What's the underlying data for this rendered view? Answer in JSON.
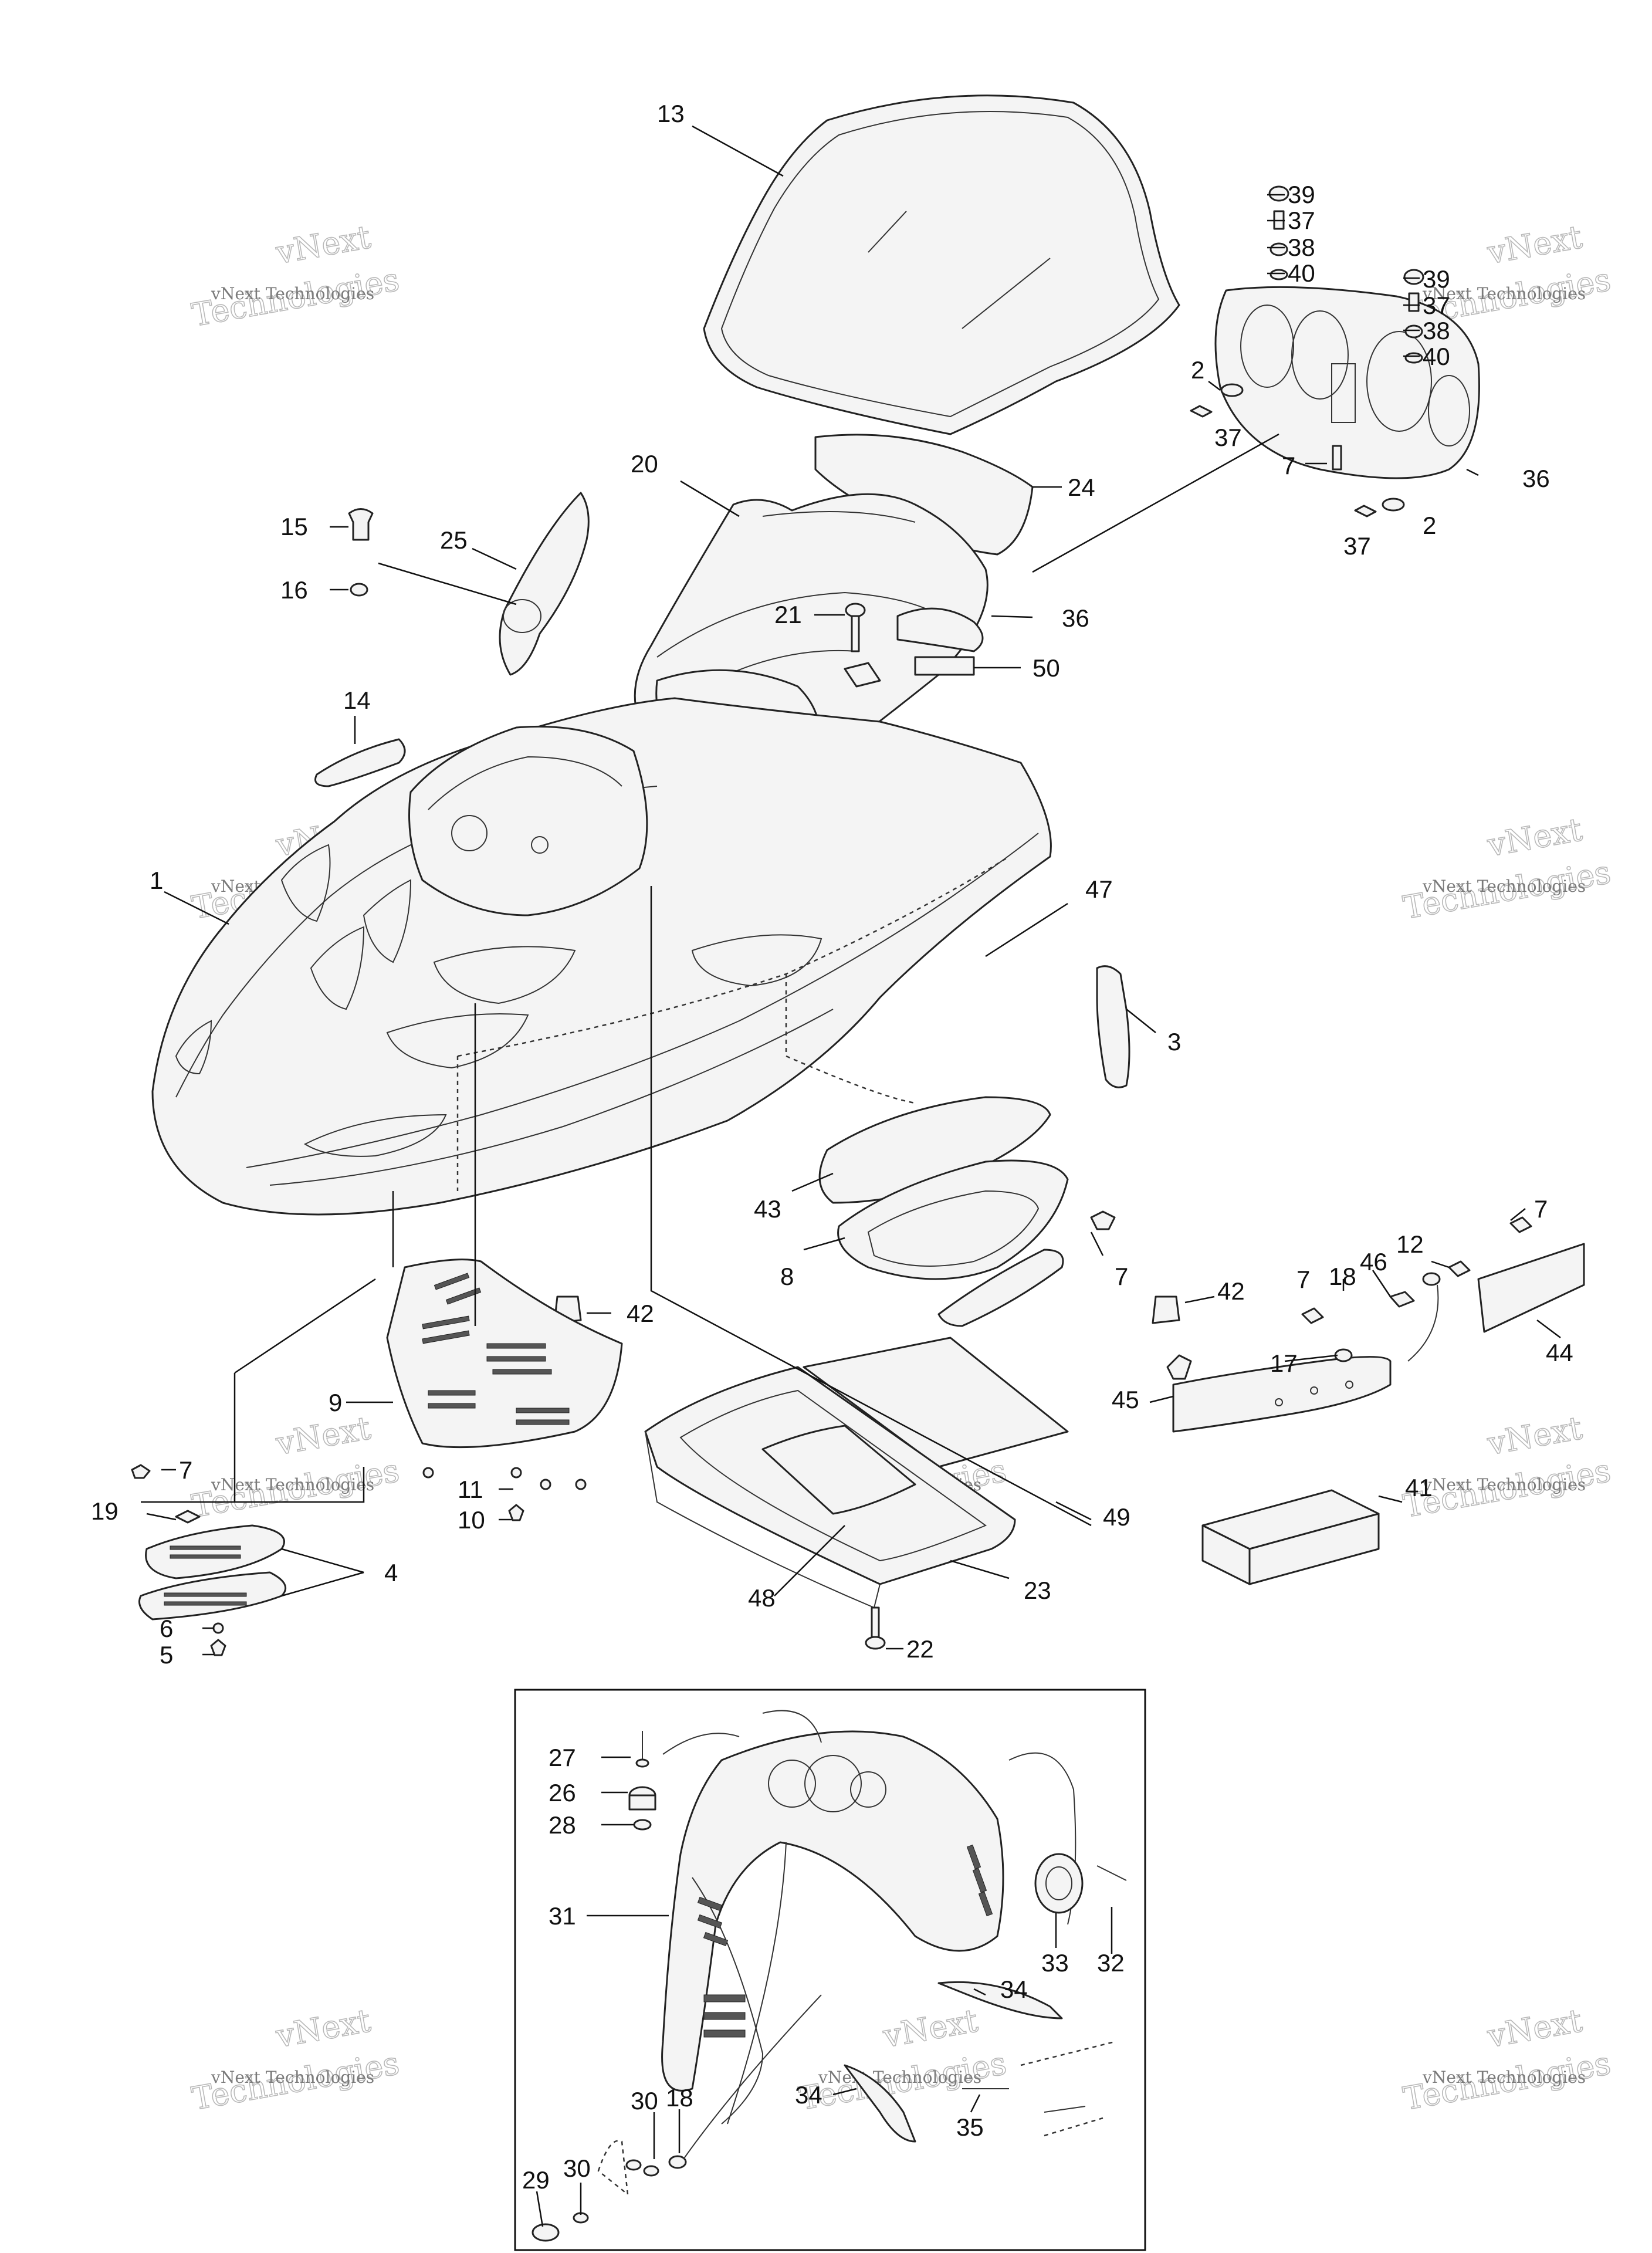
{
  "callouts": [
    {
      "id": "c13",
      "text": "13"
    },
    {
      "id": "c39a",
      "text": "39"
    },
    {
      "id": "c37a",
      "text": "37"
    },
    {
      "id": "c38a",
      "text": "38"
    },
    {
      "id": "c40a",
      "text": "40"
    },
    {
      "id": "c39b",
      "text": "39"
    },
    {
      "id": "c37b",
      "text": "37"
    },
    {
      "id": "c38b",
      "text": "38"
    },
    {
      "id": "c40b",
      "text": "40"
    },
    {
      "id": "c2a",
      "text": "2"
    },
    {
      "id": "c37c",
      "text": "37"
    },
    {
      "id": "c7a",
      "text": "7"
    },
    {
      "id": "c36a",
      "text": "36"
    },
    {
      "id": "c2b",
      "text": "2"
    },
    {
      "id": "c37d",
      "text": "37"
    },
    {
      "id": "c20",
      "text": "20"
    },
    {
      "id": "c24",
      "text": "24"
    },
    {
      "id": "c15",
      "text": "15"
    },
    {
      "id": "c25",
      "text": "25"
    },
    {
      "id": "c16",
      "text": "16"
    },
    {
      "id": "c21",
      "text": "21"
    },
    {
      "id": "c36b",
      "text": "36"
    },
    {
      "id": "c50",
      "text": "50"
    },
    {
      "id": "c14",
      "text": "14"
    },
    {
      "id": "c1",
      "text": "1"
    },
    {
      "id": "c47",
      "text": "47"
    },
    {
      "id": "c3",
      "text": "3"
    },
    {
      "id": "c43",
      "text": "43"
    },
    {
      "id": "c8",
      "text": "8"
    },
    {
      "id": "c7b",
      "text": "7"
    },
    {
      "id": "c42a",
      "text": "42"
    },
    {
      "id": "c9",
      "text": "9"
    },
    {
      "id": "c7c",
      "text": "7"
    },
    {
      "id": "c12",
      "text": "12"
    },
    {
      "id": "c46",
      "text": "46"
    },
    {
      "id": "c18a",
      "text": "18"
    },
    {
      "id": "c7d",
      "text": "7"
    },
    {
      "id": "c42b",
      "text": "42"
    },
    {
      "id": "c17",
      "text": "17"
    },
    {
      "id": "c44",
      "text": "44"
    },
    {
      "id": "c45",
      "text": "45"
    },
    {
      "id": "c7e",
      "text": "7"
    },
    {
      "id": "c19",
      "text": "19"
    },
    {
      "id": "c4",
      "text": "4"
    },
    {
      "id": "c11",
      "text": "11"
    },
    {
      "id": "c10",
      "text": "10"
    },
    {
      "id": "c49",
      "text": "49"
    },
    {
      "id": "c41",
      "text": "41"
    },
    {
      "id": "c23",
      "text": "23"
    },
    {
      "id": "c48",
      "text": "48"
    },
    {
      "id": "c6",
      "text": "6"
    },
    {
      "id": "c5",
      "text": "5"
    },
    {
      "id": "c22",
      "text": "22"
    },
    {
      "id": "c27",
      "text": "27"
    },
    {
      "id": "c26",
      "text": "26"
    },
    {
      "id": "c28",
      "text": "28"
    },
    {
      "id": "c31",
      "text": "31"
    },
    {
      "id": "c33",
      "text": "33"
    },
    {
      "id": "c32",
      "text": "32"
    },
    {
      "id": "c34a",
      "text": "34"
    },
    {
      "id": "c34b",
      "text": "34"
    },
    {
      "id": "c35",
      "text": "35"
    },
    {
      "id": "c30a",
      "text": "30"
    },
    {
      "id": "c18b",
      "text": "18"
    },
    {
      "id": "c29",
      "text": "29"
    },
    {
      "id": "c30b",
      "text": "30"
    }
  ],
  "watermark": {
    "line1": "vNext Technologies",
    "line2": "vNext",
    "line3": "Technologies"
  }
}
